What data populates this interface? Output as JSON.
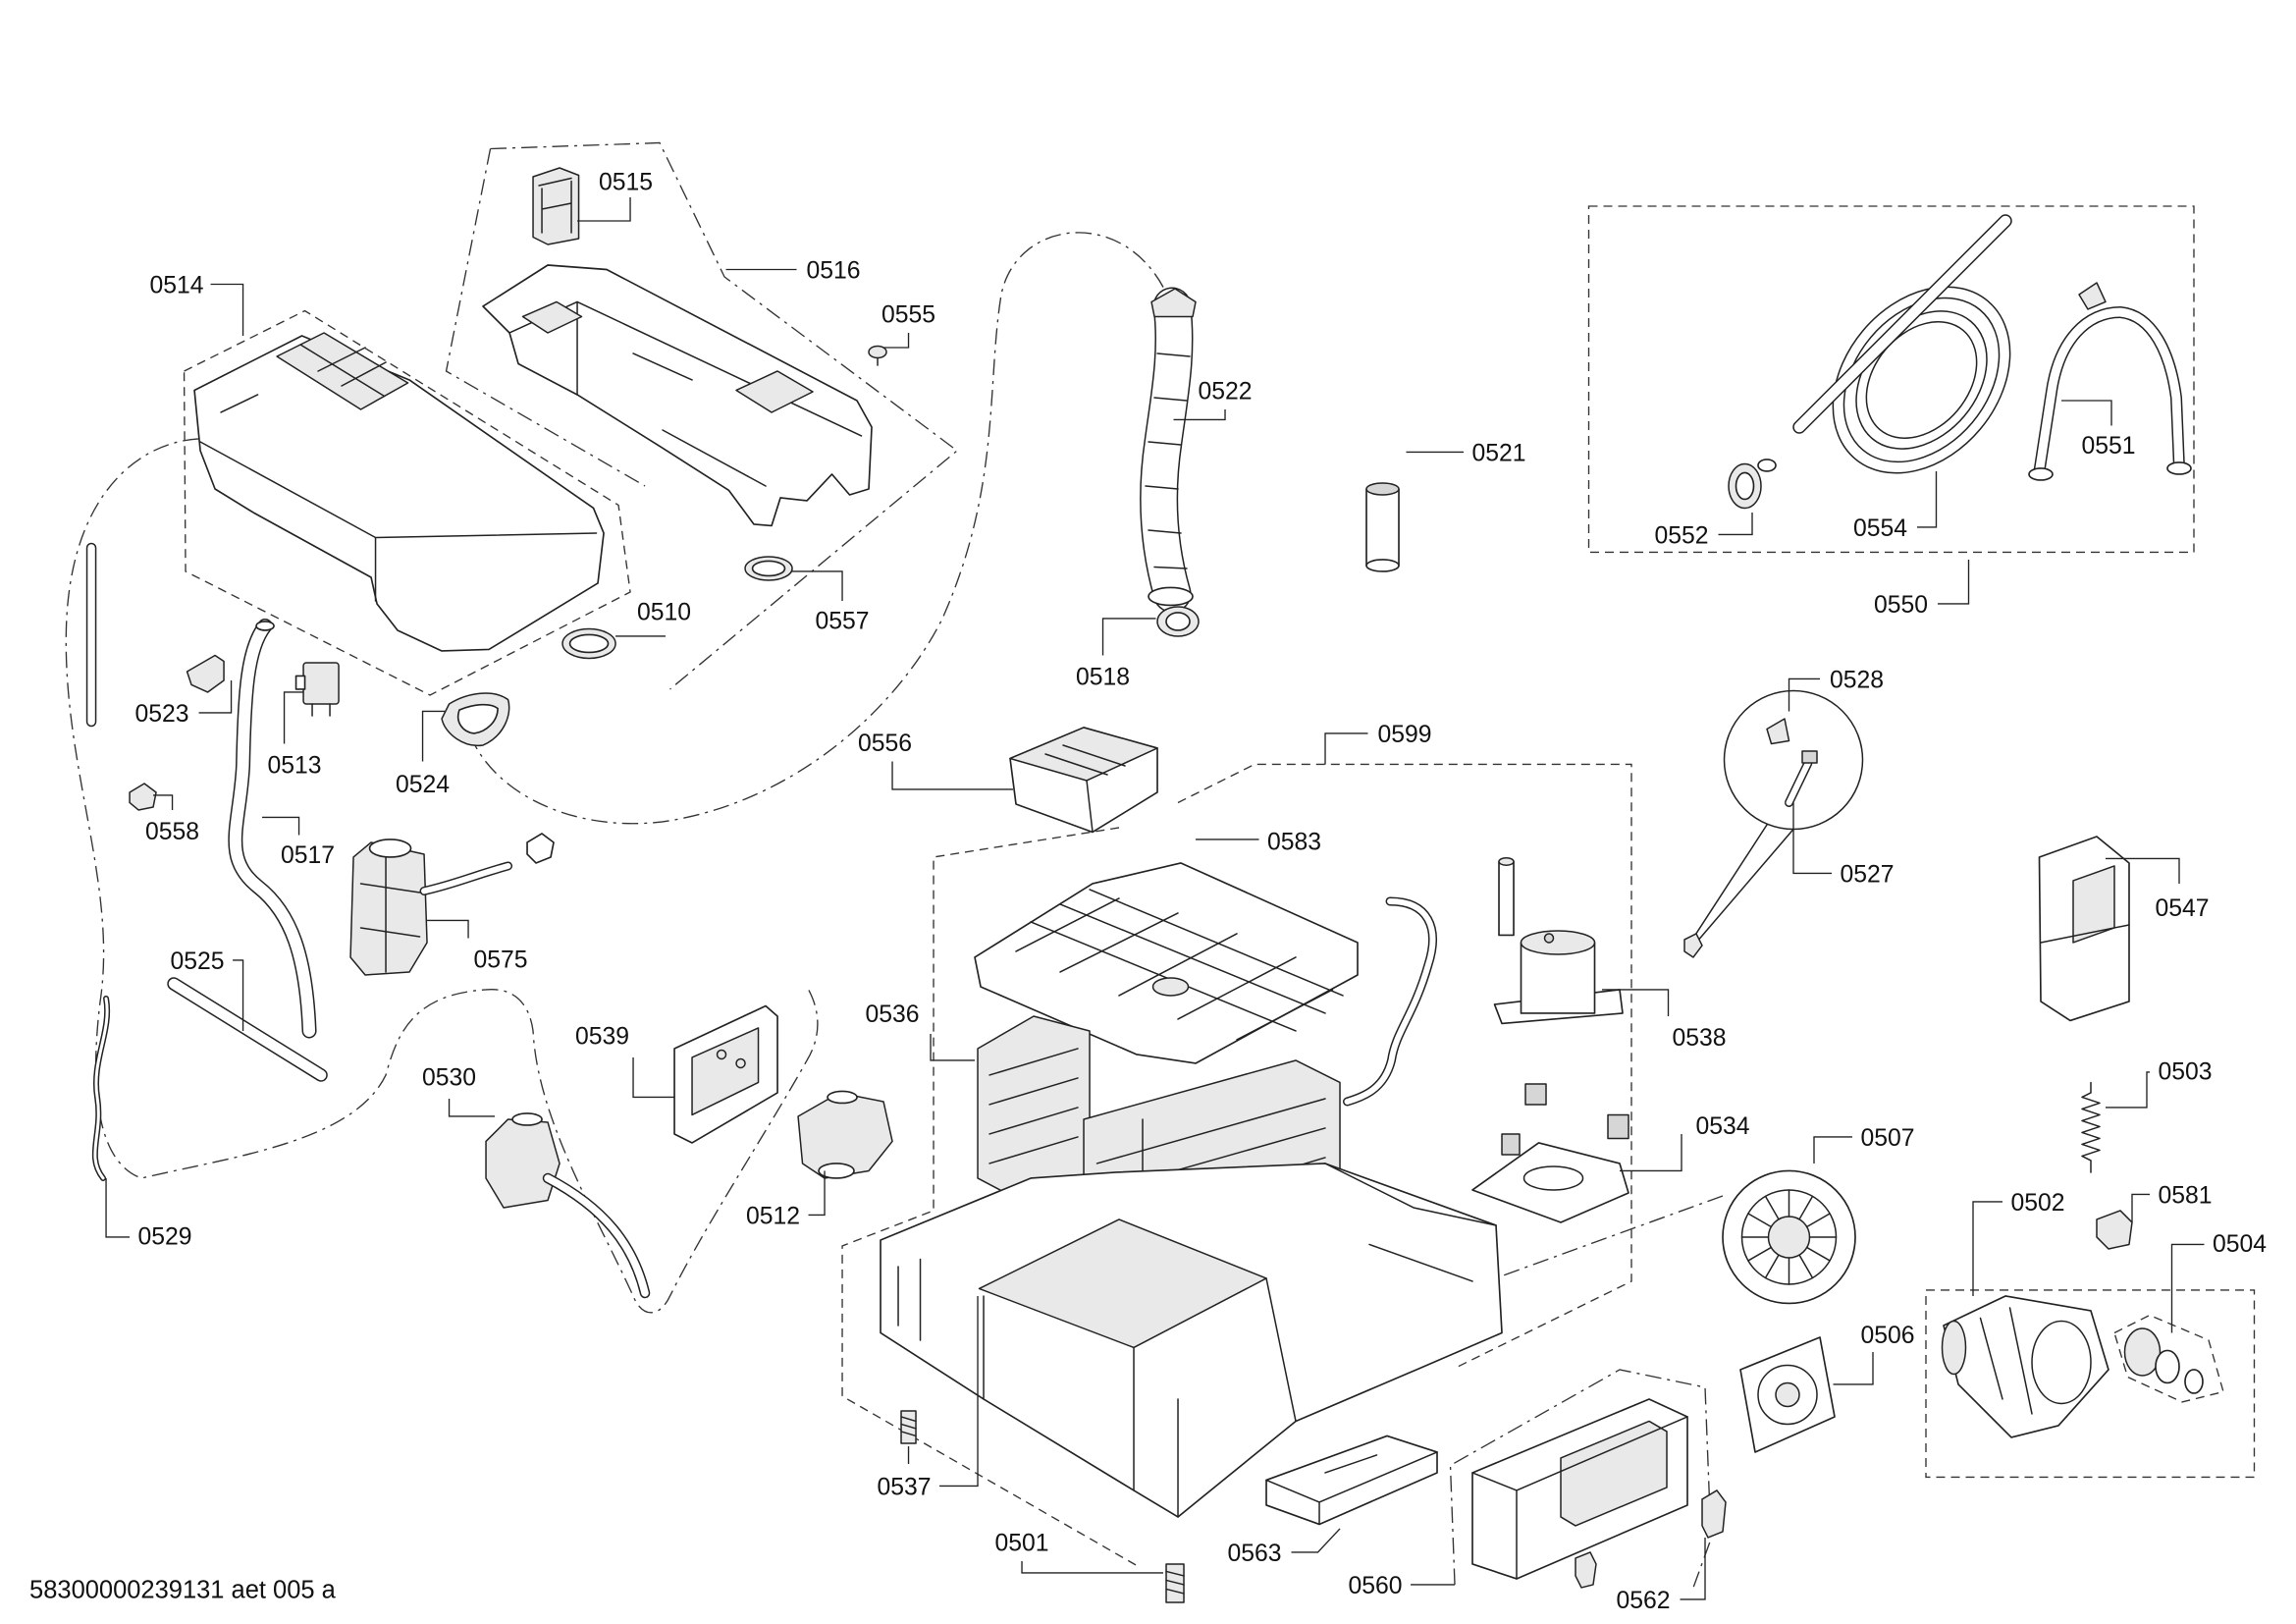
{
  "diagram": {
    "callouts": {
      "c0501": "0501",
      "c0502": "0502",
      "c0503": "0503",
      "c0504": "0504",
      "c0506": "0506",
      "c0507": "0507",
      "c0510": "0510",
      "c0512": "0512",
      "c0513": "0513",
      "c0514": "0514",
      "c0515": "0515",
      "c0516": "0516",
      "c0517": "0517",
      "c0518": "0518",
      "c0521": "0521",
      "c0522": "0522",
      "c0523": "0523",
      "c0524": "0524",
      "c0525": "0525",
      "c0527": "0527",
      "c0528": "0528",
      "c0529": "0529",
      "c0530": "0530",
      "c0534": "0534",
      "c0536": "0536",
      "c0537": "0537",
      "c0538": "0538",
      "c0539": "0539",
      "c0547": "0547",
      "c0550": "0550",
      "c0551": "0551",
      "c0552": "0552",
      "c0554": "0554",
      "c0555": "0555",
      "c0556": "0556",
      "c0557": "0557",
      "c0558": "0558",
      "c0560": "0560",
      "c0562": "0562",
      "c0563": "0563",
      "c0575": "0575",
      "c0581": "0581",
      "c0583": "0583",
      "c0599": "0599"
    },
    "footer": "58300000239131 aet 005 a"
  }
}
